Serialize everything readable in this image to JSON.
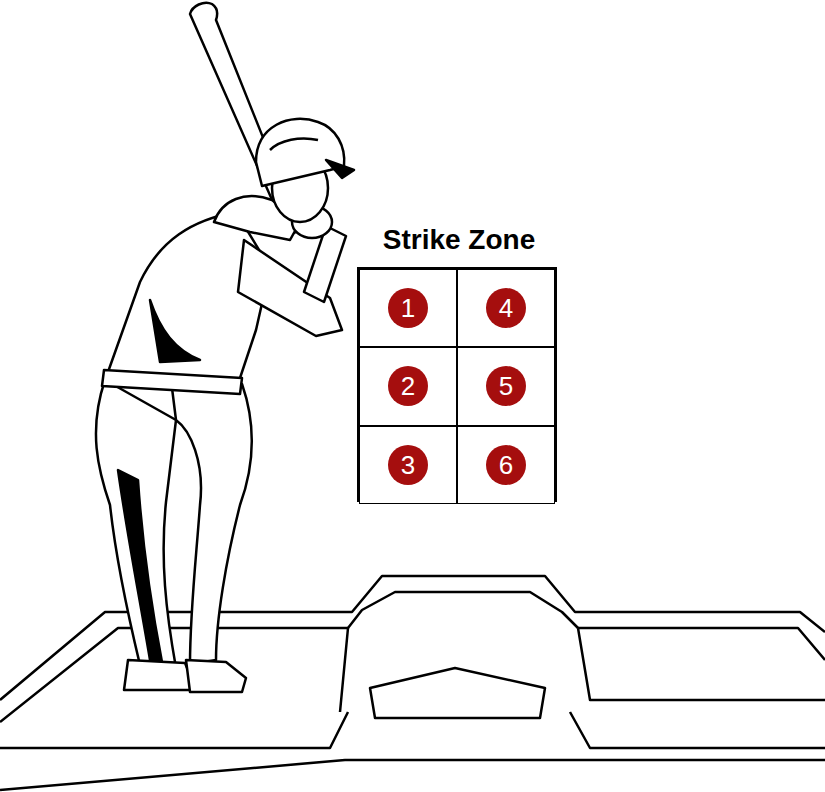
{
  "diagram": {
    "nodes": [
      {
        "text": [
          "Strike Zone"
        ]
      },
      {
        "text": [
          "1"
        ],
        "in": 0
      },
      {
        "text": [
          "4"
        ],
        "in": 0
      },
      {
        "text": [
          "2"
        ],
        "in": 0
      },
      {
        "text": [
          "5"
        ],
        "in": 0
      },
      {
        "text": [
          "3"
        ],
        "in": 0
      },
      {
        "text": [
          "6"
        ],
        "in": 0
      }
    ]
  }
}
